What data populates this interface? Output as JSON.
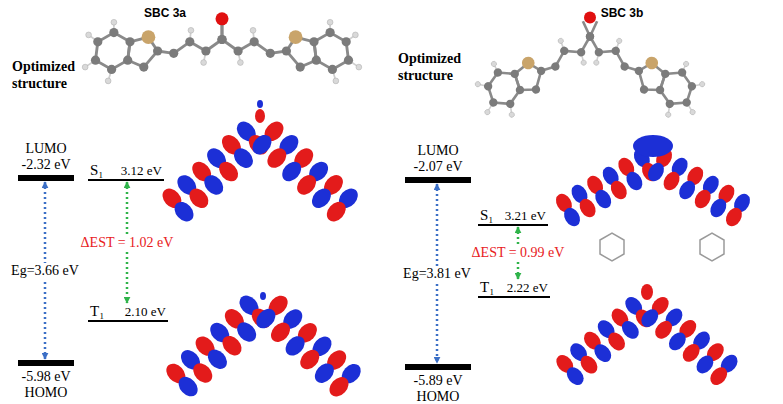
{
  "diagram": {
    "nodes": [
      {
        "text": [
          "LUMO",
          "-2.32 eV"
        ]
      },
      {
        "text": [
          "-5.98 eV",
          "HOMO"
        ]
      },
      {
        "text": [
          "S₁",
          "3.12 eV"
        ]
      },
      {
        "text": [
          "T₁",
          "2.10 eV"
        ]
      },
      {
        "text": [
          "LUMO",
          "-2.07 eV"
        ]
      },
      {
        "text": [
          "-5.89 eV",
          "HOMO"
        ]
      },
      {
        "text": [
          "S₁",
          "3.21 eV"
        ]
      },
      {
        "text": [
          "T₁",
          "2.22 eV"
        ]
      }
    ],
    "edges": [
      {
        "from": 0,
        "to": 1,
        "arrow": "both",
        "label": "Eg=3.66 eV"
      },
      {
        "from": 2,
        "to": 3,
        "arrow": "both",
        "label": "ΔEST = 1.02 eV"
      },
      {
        "from": 4,
        "to": 5,
        "arrow": "both",
        "label": "Eg=3.81 eV"
      },
      {
        "from": 6,
        "to": 7,
        "arrow": "both",
        "label": "ΔEST = 0.99 eV"
      }
    ],
    "labels": [
      "SBC 3a",
      "Optimized structure",
      "SBC 3b",
      "Optimized structure"
    ]
  }
}
